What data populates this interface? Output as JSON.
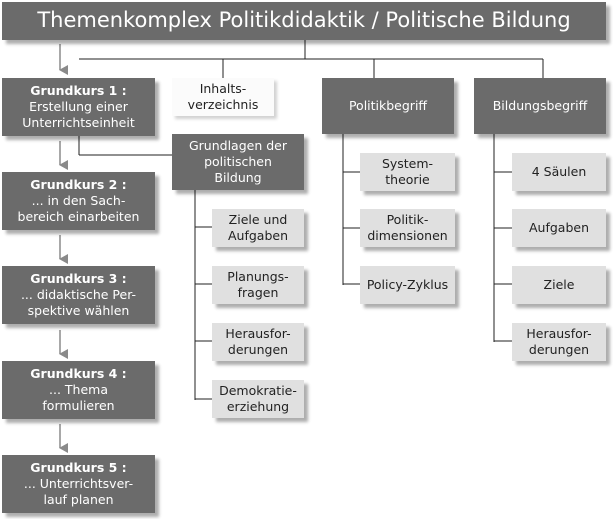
{
  "title": "Themenkomplex Politikdidaktik / Politische Bildung",
  "grundkurse": [
    {
      "head": "Grundkurs 1 :",
      "text": "Erstellung einer\nUnterrichtseinheit"
    },
    {
      "head": "Grundkurs 2 :",
      "text": "... in den Sach-\nbereich einarbeiten"
    },
    {
      "head": "Grundkurs 3 :",
      "text": "... didaktische Per-\nspektive wählen"
    },
    {
      "head": "Grundkurs 4 :",
      "text": "... Thema\nformulieren"
    },
    {
      "head": "Grundkurs 5 :",
      "text": "... Unterrichtsver-\nlauf planen"
    }
  ],
  "inhaltsverzeichnis": "Inhalts-\nverzeichnis",
  "grundlagen": {
    "label": "Grundlagen der\npolitischen\nBildung",
    "items": [
      "Ziele und\nAufgaben",
      "Planungs-\nfragen",
      "Herausfor-\nderungen",
      "Demokratie-\nerziehung"
    ]
  },
  "politikbegriff": {
    "label": "Politikbegriff",
    "items": [
      "System-\ntheorie",
      "Politik-\ndimensionen",
      "Policy-Zyklus"
    ]
  },
  "bildungsbegriff": {
    "label": "Bildungsbegriff",
    "items": [
      "4 Säulen",
      "Aufgaben",
      "Ziele",
      "Herausfor-\nderungen"
    ]
  },
  "colors": {
    "dark_box": "#6b6b6b",
    "light_box": "#e0e0e0",
    "connector": "#222222",
    "arrow": "#8a8a8a"
  }
}
